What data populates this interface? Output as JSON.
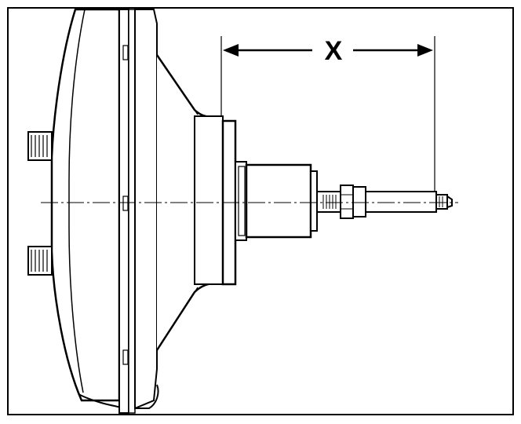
{
  "diagram": {
    "dimension_label": "X",
    "colors": {
      "line": "#000000",
      "background": "#ffffff",
      "shade": "#d9d9d9"
    },
    "parts": [
      "booster-housing",
      "mounting-stud-upper",
      "mounting-stud-lower",
      "rear-flange",
      "front-shell",
      "master-cylinder-adapter",
      "pushrod-body",
      "adjusting-nut",
      "pushrod",
      "centerline"
    ]
  }
}
